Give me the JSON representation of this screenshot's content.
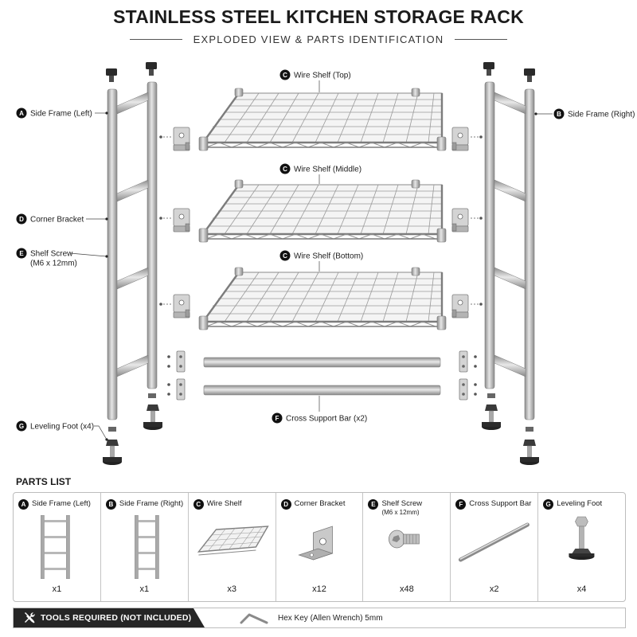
{
  "header": {
    "title": "STAINLESS STEEL KITCHEN STORAGE RACK",
    "subtitle": "EXPLODED VIEW & PARTS IDENTIFICATION"
  },
  "callouts": {
    "side_frame_left": {
      "letter": "A",
      "text": "Side Frame (Left)"
    },
    "side_frame_right": {
      "letter": "B",
      "text": "Side Frame (Right)"
    },
    "shelf_top": {
      "letter": "C",
      "text": "Wire Shelf (Top)"
    },
    "shelf_middle": {
      "letter": "C",
      "text": "Wire Shelf (Middle)"
    },
    "shelf_bottom": {
      "letter": "C",
      "text": "Wire Shelf (Bottom)"
    },
    "corner_bracket": {
      "letter": "D",
      "text": "Corner Bracket"
    },
    "shelf_screw": {
      "letter": "E",
      "text": "Shelf Screw",
      "spec": "(M6 x 12mm)"
    },
    "cross_bar": {
      "letter": "F",
      "text": "Cross Support Bar (x2)"
    },
    "leveling_foot": {
      "letter": "G",
      "text": "Leveling Foot (x4)"
    }
  },
  "parts_list": {
    "title": "PARTS LIST",
    "items": [
      {
        "letter": "A",
        "name": "Side Frame (Left)",
        "spec": "",
        "qty": "x1",
        "icon": "side-frame-icon"
      },
      {
        "letter": "B",
        "name": "Side Frame (Right)",
        "spec": "",
        "qty": "x1",
        "icon": "side-frame-icon"
      },
      {
        "letter": "C",
        "name": "Wire Shelf",
        "spec": "",
        "qty": "x3",
        "icon": "wire-shelf-icon"
      },
      {
        "letter": "D",
        "name": "Corner Bracket",
        "spec": "",
        "qty": "x12",
        "icon": "corner-bracket-icon"
      },
      {
        "letter": "E",
        "name": "Shelf Screw",
        "spec": "(M6 x 12mm)",
        "qty": "x48",
        "icon": "screw-icon"
      },
      {
        "letter": "F",
        "name": "Cross Support Bar",
        "spec": "",
        "qty": "x2",
        "icon": "support-bar-icon"
      },
      {
        "letter": "G",
        "name": "Leveling Foot",
        "spec": "",
        "qty": "x4",
        "icon": "leveling-foot-icon"
      }
    ]
  },
  "tools": {
    "heading": "TOOLS REQUIRED (NOT INCLUDED)",
    "item": "Hex Key (Allen Wrench) 5mm",
    "icon": "wrench-icon"
  },
  "colors": {
    "steel": "#b8b8b8",
    "steel_dark": "#8a8a8a",
    "badge": "#111111",
    "tools_bar": "#262626"
  }
}
